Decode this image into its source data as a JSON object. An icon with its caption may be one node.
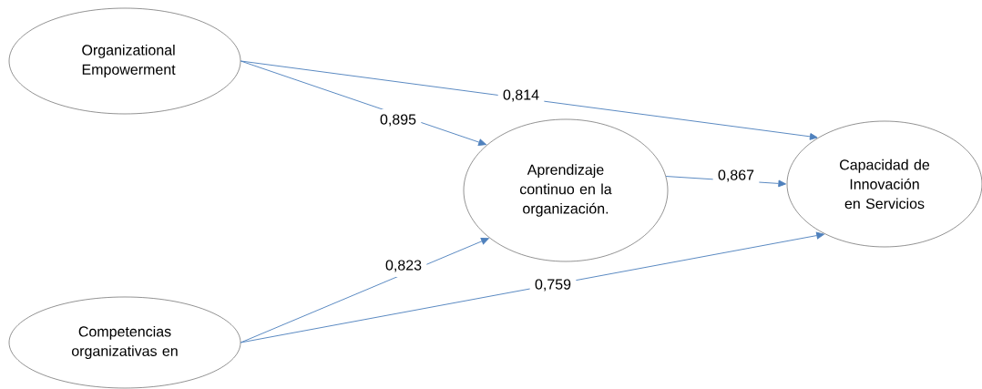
{
  "diagram": {
    "nodes": [
      {
        "text": [
          "Organizational Empowerment"
        ]
      },
      {
        "text": [
          "Aprendizaje continuo en la organización."
        ]
      },
      {
        "text": [
          "Capacidad de Innovación en Servicios"
        ]
      },
      {
        "text": [
          "Competencias organizativas en"
        ]
      }
    ],
    "edges": [
      {
        "from": 0,
        "to": 2,
        "arrow": "to",
        "label": "0,814"
      },
      {
        "from": 0,
        "to": 1,
        "arrow": "to",
        "label": "0,895"
      },
      {
        "from": 1,
        "to": 2,
        "arrow": "to",
        "label": "0,867"
      },
      {
        "from": 3,
        "to": 1,
        "arrow": "to",
        "label": "0,823"
      },
      {
        "from": 3,
        "to": 2,
        "arrow": "to",
        "label": "0,759"
      }
    ]
  }
}
